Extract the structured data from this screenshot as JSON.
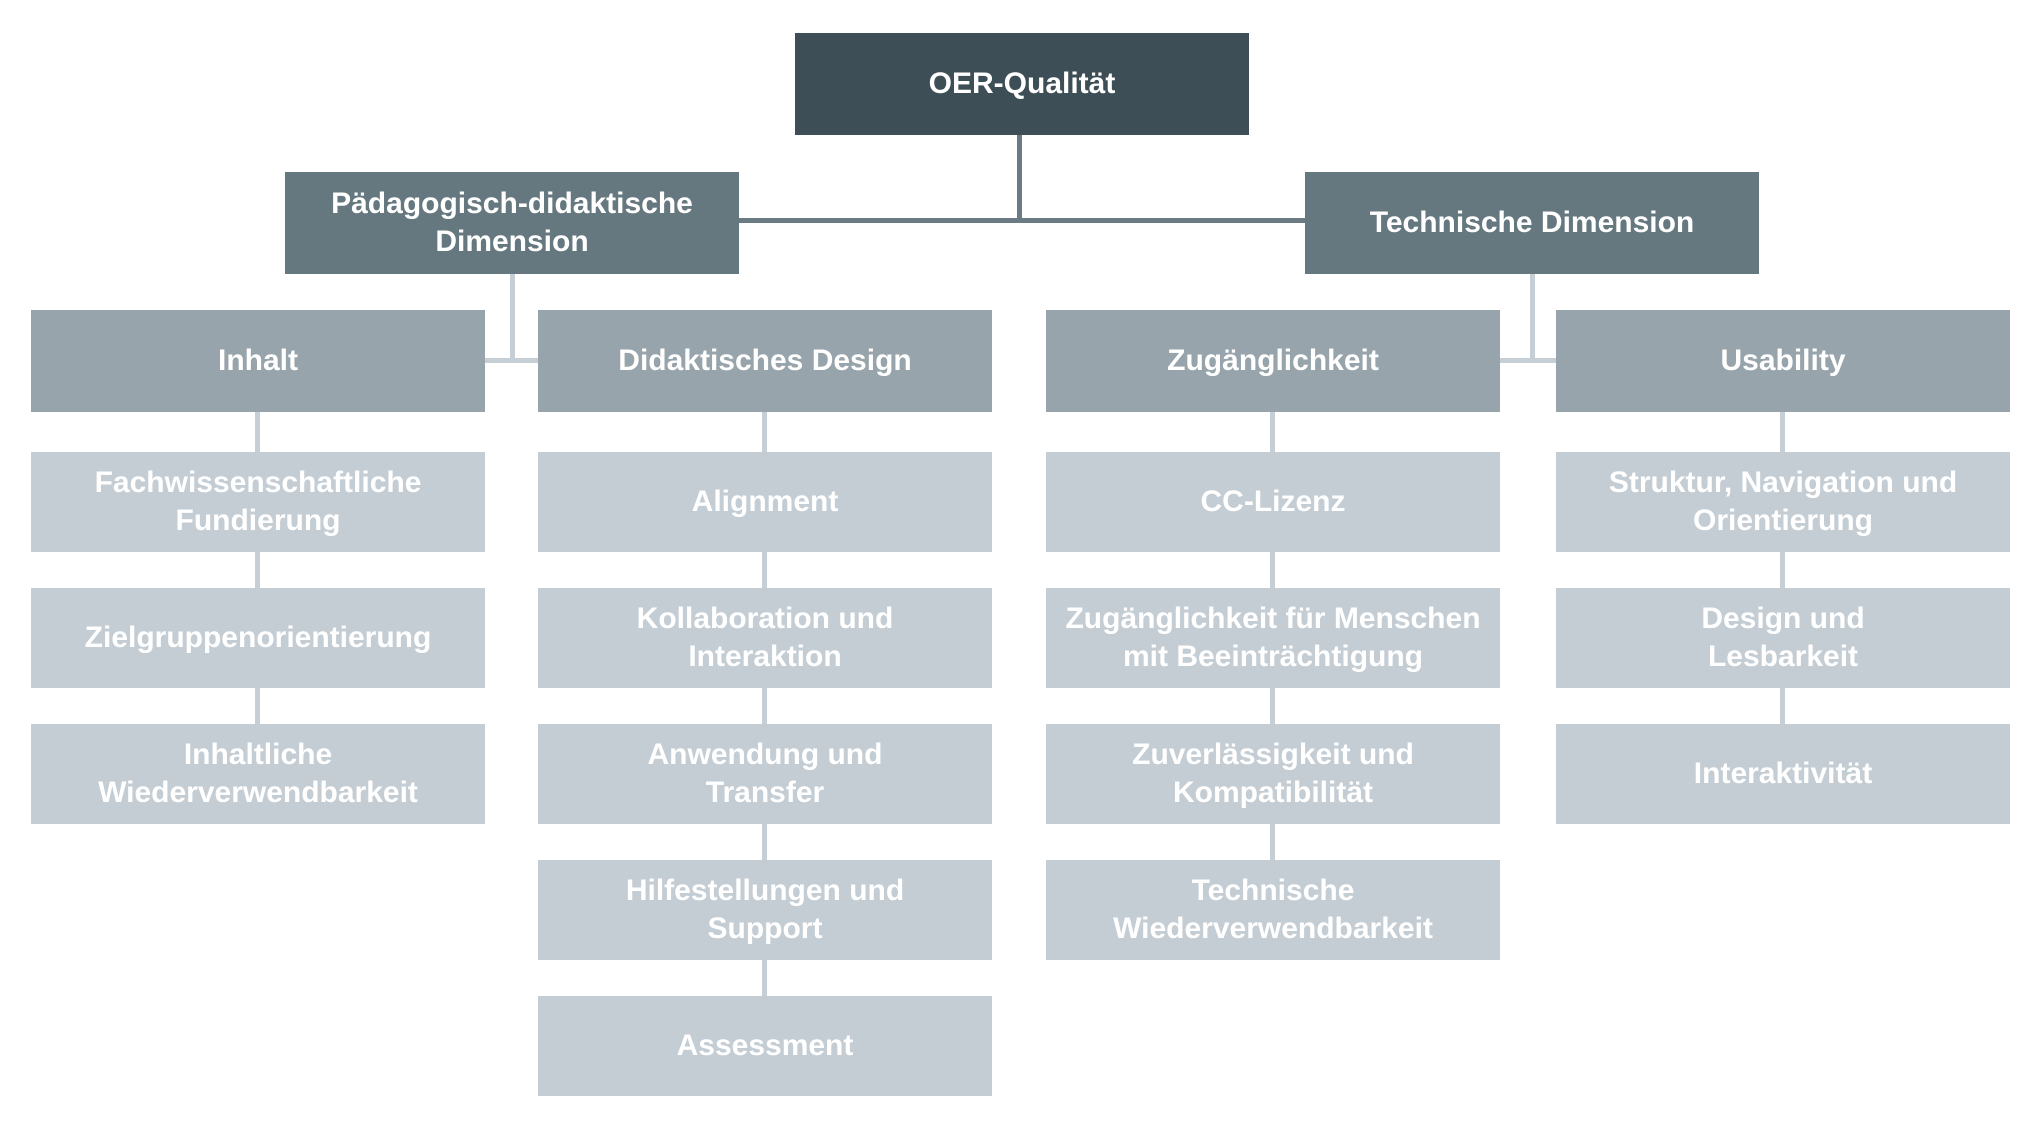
{
  "diagram": {
    "root": {
      "label": "OER-Qualität"
    },
    "branches": [
      {
        "label": "Pädagogisch-didaktische\nDimension",
        "columns": [
          {
            "header": "Inhalt",
            "items": [
              "Fachwissenschaftliche\nFundierung",
              "Zielgruppenorientierung",
              "Inhaltliche\nWiederverwendbarkeit"
            ]
          },
          {
            "header": "Didaktisches Design",
            "items": [
              "Alignment",
              "Kollaboration und\nInteraktion",
              "Anwendung und\nTransfer",
              "Hilfestellungen und\nSupport",
              "Assessment"
            ]
          }
        ]
      },
      {
        "label": "Technische Dimension",
        "columns": [
          {
            "header": "Zugänglichkeit",
            "items": [
              "CC-Lizenz",
              "Zugänglichkeit für Menschen\nmit Beeinträchtigung",
              "Zuverlässigkeit und\nKompatibilität",
              "Technische\nWiederverwendbarkeit"
            ]
          },
          {
            "header": "Usability",
            "items": [
              "Struktur, Navigation und\nOrientierung",
              "Design und\nLesbarkeit",
              "Interaktivität"
            ]
          }
        ]
      }
    ],
    "colors": {
      "root_box": "#3d4e56",
      "dimension_box": "#66787f",
      "category_box": "#97a4ab",
      "item_box": "#c4cdd4",
      "connector_dark": "#6b7b83",
      "connector_light": "#c6cfd5",
      "text": "#ffffff",
      "background": "#ffffff"
    }
  }
}
